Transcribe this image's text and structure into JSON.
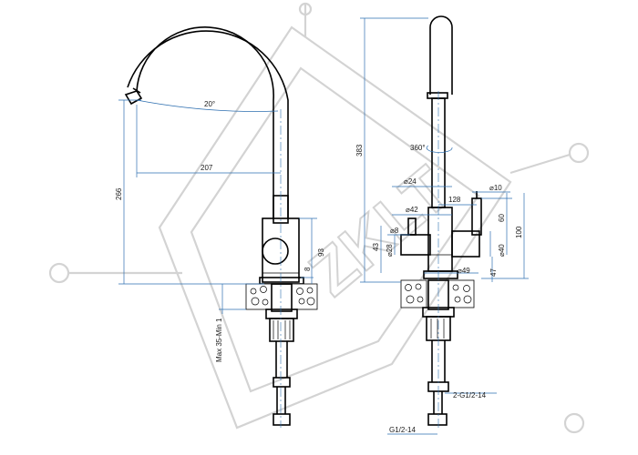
{
  "dimensions": {
    "angle_20": "20°",
    "reach_207": "207",
    "height_266": "266",
    "handle_93": "93",
    "base_8": "8",
    "max_thickness": "Max 35-Min 1",
    "height_383": "383",
    "rotation_360": "360°",
    "dia_24": "⌀24",
    "dia_10": "⌀10",
    "width_128": "128",
    "dia_42": "⌀42",
    "h_60": "60",
    "h_100": "100",
    "dia_8": "⌀8",
    "dia_28": "⌀28",
    "h_43": "43",
    "dia_40": "⌀40",
    "dia_49": "⌀49",
    "h_47": "47",
    "thread_hoses": "2-G1/2-14",
    "thread_bottom": "G1/2-14"
  },
  "watermark": "ZKLT",
  "colors": {
    "dimension": "#2e6fb0",
    "line": "#000000",
    "watermark": "#cfcfcf"
  }
}
